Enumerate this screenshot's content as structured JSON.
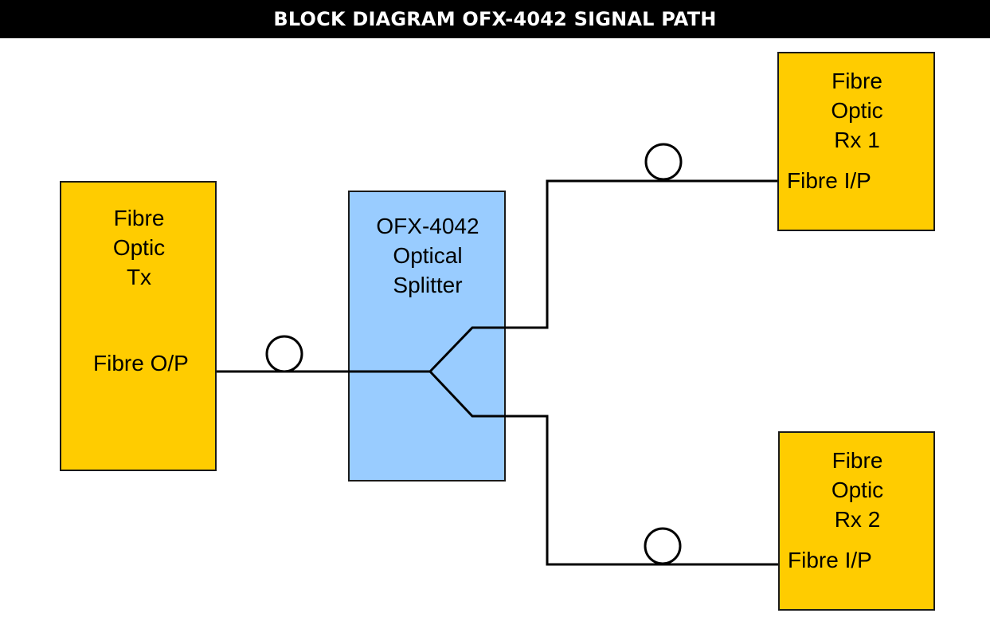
{
  "title": "BLOCK DIAGRAM OFX-4042 SIGNAL PATH",
  "blocks": {
    "tx": {
      "label_lines": [
        "Fibre",
        "Optic",
        "Tx"
      ],
      "port": "Fibre O/P"
    },
    "splitter": {
      "label_lines": [
        "OFX-4042",
        "Optical",
        "Splitter"
      ]
    },
    "rx1": {
      "label_lines": [
        "Fibre",
        "Optic",
        "Rx 1"
      ],
      "port": "Fibre I/P"
    },
    "rx2": {
      "label_lines": [
        "Fibre",
        "Optic",
        "Rx 2"
      ],
      "port": "Fibre I/P"
    }
  },
  "colors": {
    "device": "#ffcc00",
    "splitter": "#99ccff",
    "title_bg": "#000000",
    "title_text": "#ffffff",
    "line": "#000000"
  },
  "connections": [
    {
      "from": "tx",
      "to": "splitter",
      "marker": "fibre-loop-icon"
    },
    {
      "from": "splitter",
      "to": "rx1",
      "marker": "fibre-loop-icon"
    },
    {
      "from": "splitter",
      "to": "rx2",
      "marker": "fibre-loop-icon"
    }
  ]
}
